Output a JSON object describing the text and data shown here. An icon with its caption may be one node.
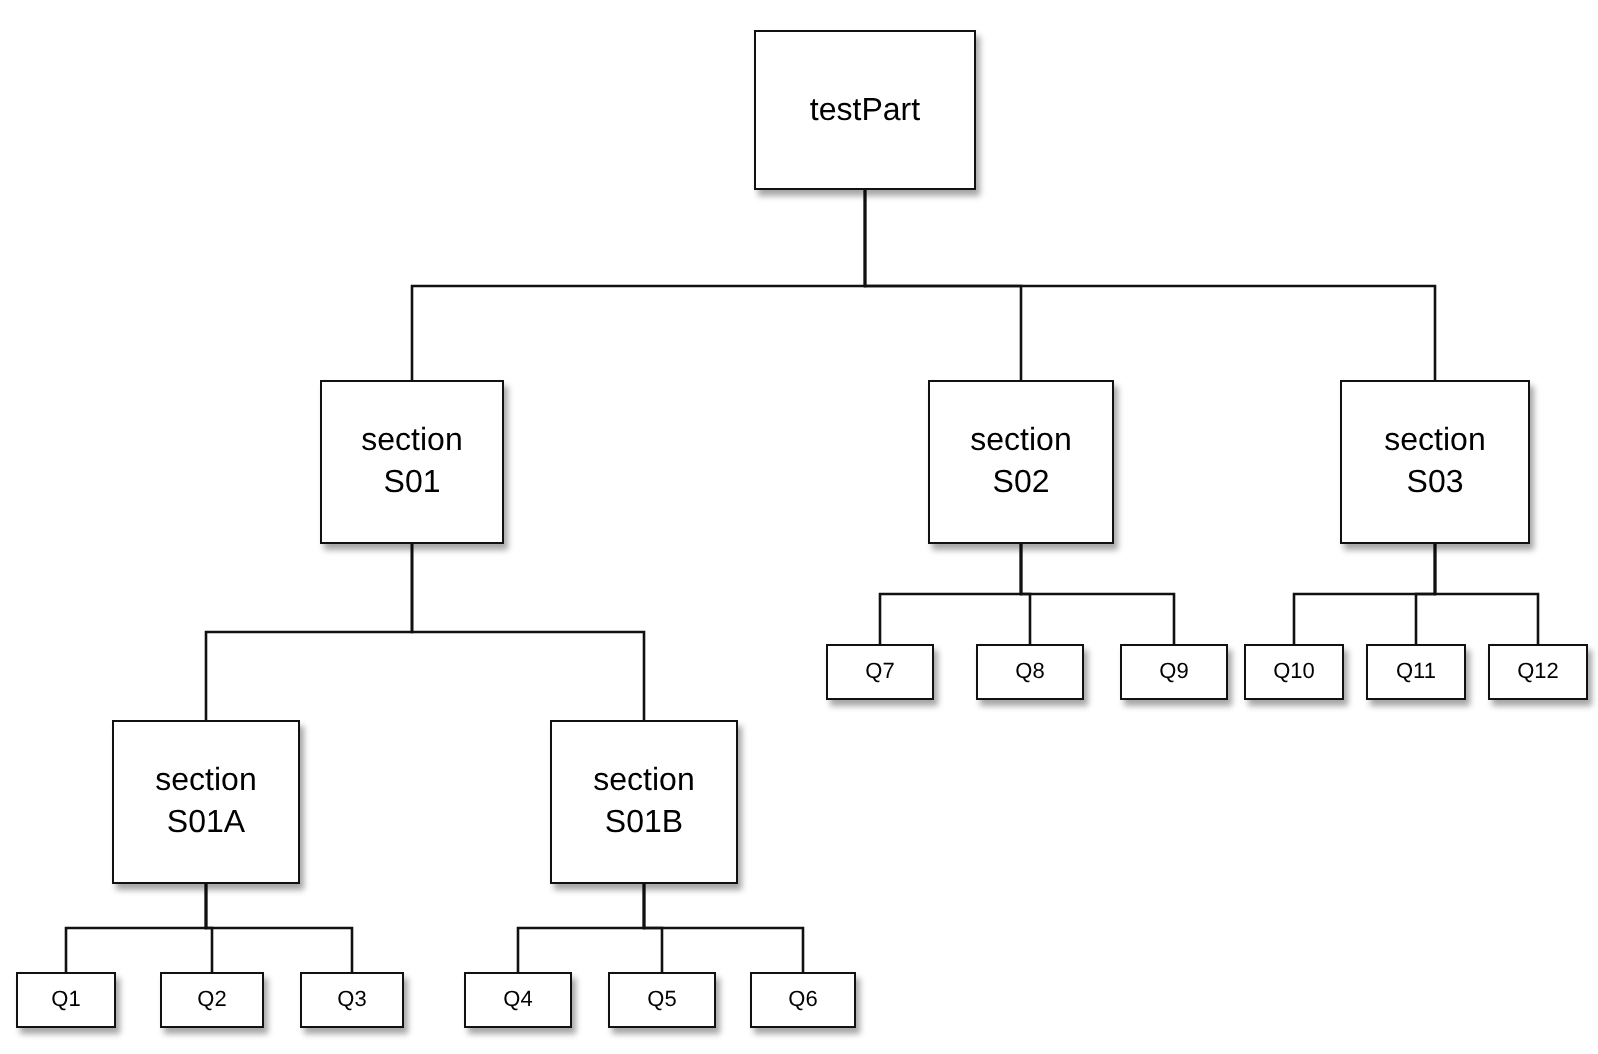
{
  "diagram": {
    "nodes": [
      {
        "text": [
          "testPart"
        ]
      },
      {
        "text": [
          "section S01"
        ]
      },
      {
        "text": [
          "section S02"
        ]
      },
      {
        "text": [
          "section S03"
        ]
      },
      {
        "text": [
          "Q7"
        ]
      },
      {
        "text": [
          "Q8"
        ]
      },
      {
        "text": [
          "Q9"
        ]
      },
      {
        "text": [
          "Q10"
        ]
      },
      {
        "text": [
          "Q11"
        ]
      },
      {
        "text": [
          "Q12"
        ]
      },
      {
        "text": [
          "section S01A"
        ]
      },
      {
        "text": [
          "section S01B"
        ]
      },
      {
        "text": [
          "Q1"
        ]
      },
      {
        "text": [
          "Q2"
        ]
      },
      {
        "text": [
          "Q3"
        ]
      },
      {
        "text": [
          "Q4"
        ]
      },
      {
        "text": [
          "Q5"
        ]
      },
      {
        "text": [
          "Q6"
        ]
      }
    ],
    "edges": [
      {
        "from": 0,
        "to": 1,
        "arrow": "none"
      },
      {
        "from": 0,
        "to": 2,
        "arrow": "none"
      },
      {
        "from": 0,
        "to": 3,
        "arrow": "none"
      },
      {
        "from": 2,
        "to": 4,
        "arrow": "none"
      },
      {
        "from": 2,
        "to": 5,
        "arrow": "none"
      },
      {
        "from": 2,
        "to": 6,
        "arrow": "none"
      },
      {
        "from": 3,
        "to": 7,
        "arrow": "none"
      },
      {
        "from": 3,
        "to": 8,
        "arrow": "none"
      },
      {
        "from": 3,
        "to": 9,
        "arrow": "none"
      },
      {
        "from": 1,
        "to": 10,
        "arrow": "none"
      },
      {
        "from": 1,
        "to": 11,
        "arrow": "none"
      },
      {
        "from": 10,
        "to": 12,
        "arrow": "none"
      },
      {
        "from": 10,
        "to": 13,
        "arrow": "none"
      },
      {
        "from": 10,
        "to": 14,
        "arrow": "none"
      },
      {
        "from": 11,
        "to": 15,
        "arrow": "none"
      },
      {
        "from": 11,
        "to": 16,
        "arrow": "none"
      },
      {
        "from": 11,
        "to": 17,
        "arrow": "none"
      }
    ]
  }
}
